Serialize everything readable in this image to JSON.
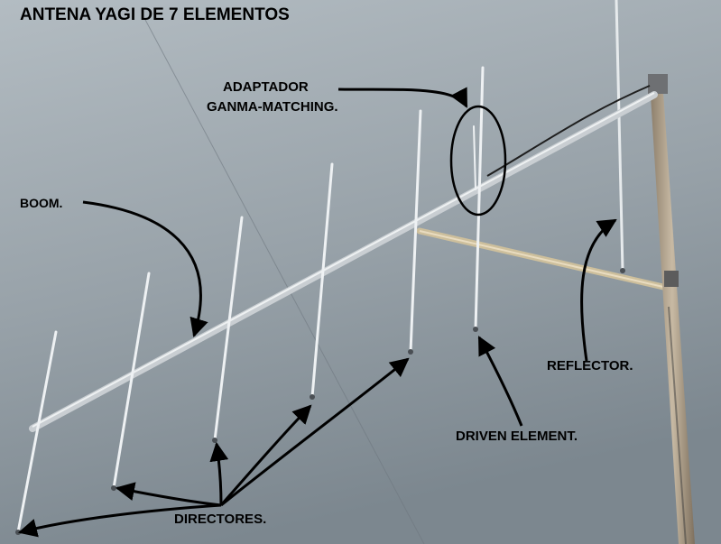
{
  "title": "ANTENA YAGI DE 7 ELEMENTOS",
  "labels": {
    "adaptador_line1": "ADAPTADOR",
    "adaptador_line2": "GANMA-MATCHING.",
    "boom": "BOOM.",
    "reflector": "REFLECTOR.",
    "driven_element": "DRIVEN ELEMENT.",
    "directores": "DIRECTORES."
  },
  "colors": {
    "sky_top": "#aab3ba",
    "sky_bottom": "#7f8a92",
    "label_text": "#000000",
    "mast": "#a89a86"
  }
}
